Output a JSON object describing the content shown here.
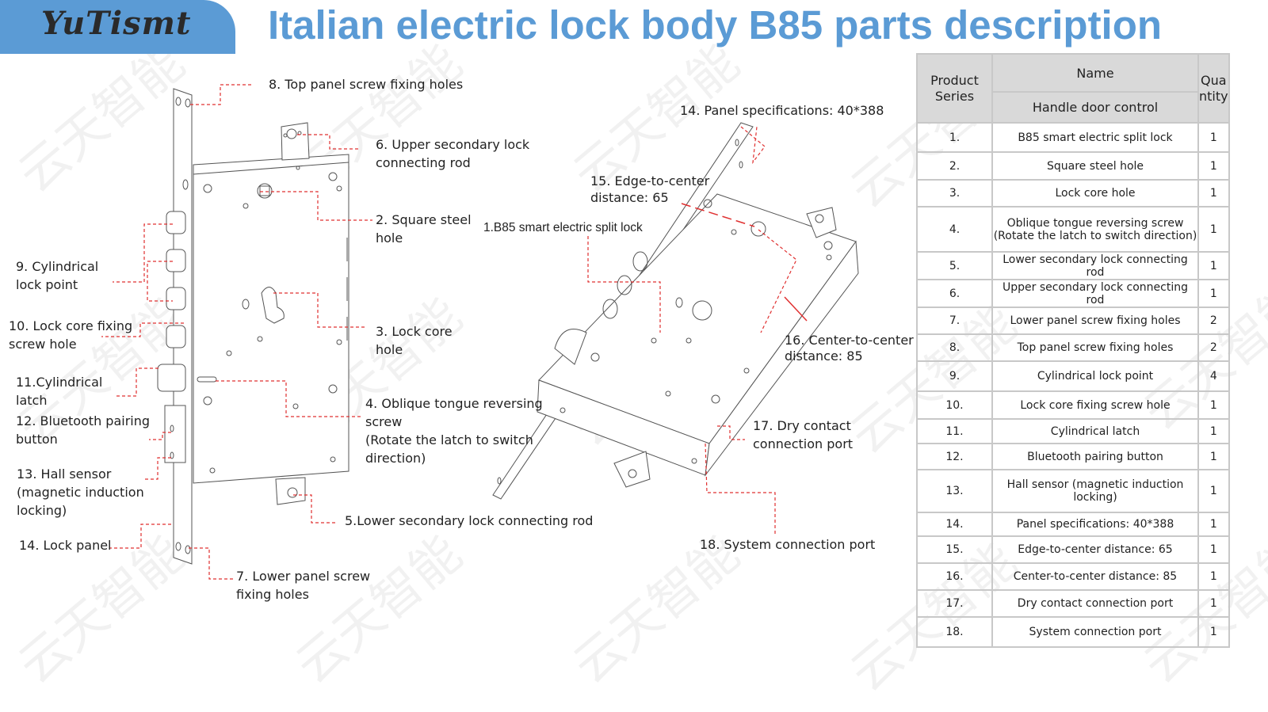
{
  "header": {
    "brand": "YuTismt",
    "title": "Italian electric lock body B85 parts description",
    "accent_color": "#5b9bd5"
  },
  "watermark_text": "云天智能",
  "diagram_labels": {
    "l8": "8. Top panel screw fixing holes",
    "l6": "6. Upper secondary lock\nconnecting rod",
    "l2": "2. Square steel\nhole",
    "l9": "9. Cylindrical\nlock point",
    "l10": "10. Lock core fixing\nscrew hole",
    "l3": "3. Lock core\nhole",
    "l11": "11.Cylindrical\nlatch",
    "l12": "12. Bluetooth pairing\nbutton",
    "l4": "4. Oblique tongue reversing\nscrew\n(Rotate the latch to switch\ndirection)",
    "l13": "13. Hall sensor\n(magnetic induction\nlocking)",
    "l14_left": "14. Lock panel",
    "l5": "5.Lower secondary lock connecting rod",
    "l7": "7. Lower panel screw\nfixing holes",
    "l1": "1.B85 smart electric split lock",
    "l14_right": "14. Panel specifications: 40*388",
    "l15": "15. Edge-to-center\ndistance:  65",
    "l16": "16. Center-to-center\ndistance:  85",
    "l17": "17. Dry contact\nconnection port",
    "l18": "18. System connection port"
  },
  "table": {
    "header": {
      "series": "Product\nSeries",
      "name": "Name",
      "subname": "Handle door control",
      "quantity": "Qua\nntity"
    },
    "rows": [
      {
        "num": "1.",
        "name": "B85 smart electric split lock",
        "qty": "1"
      },
      {
        "num": "2.",
        "name": "Square steel hole",
        "qty": "1"
      },
      {
        "num": "3.",
        "name": "Lock core hole",
        "qty": "1"
      },
      {
        "num": "4.",
        "name": "Oblique tongue reversing screw\n(Rotate the latch to switch direction)",
        "qty": "1"
      },
      {
        "num": "5.",
        "name": "Lower secondary lock connecting\nrod",
        "qty": "1"
      },
      {
        "num": "6.",
        "name": "Upper secondary lock connecting\nrod",
        "qty": "1"
      },
      {
        "num": "7.",
        "name": "Lower panel screw fixing holes",
        "qty": "2"
      },
      {
        "num": "8.",
        "name": "Top panel screw fixing holes",
        "qty": "2"
      },
      {
        "num": "9.",
        "name": "Cylindrical lock point",
        "qty": "4"
      },
      {
        "num": "10.",
        "name": "Lock core fixing screw hole",
        "qty": "1"
      },
      {
        "num": "11.",
        "name": "Cylindrical latch",
        "qty": "1"
      },
      {
        "num": "12.",
        "name": "Bluetooth pairing button",
        "qty": "1"
      },
      {
        "num": "13.",
        "name": "Hall sensor (magnetic induction\nlocking)",
        "qty": "1"
      },
      {
        "num": "14.",
        "name": "Panel specifications: 40*388",
        "qty": "1"
      },
      {
        "num": "15.",
        "name": "Edge-to-center distance:  65",
        "qty": "1"
      },
      {
        "num": "16.",
        "name": "Center-to-center distance:  85",
        "qty": "1"
      },
      {
        "num": "17.",
        "name": "Dry contact connection port",
        "qty": "1"
      },
      {
        "num": "18.",
        "name": "System connection port",
        "qty": "1"
      }
    ]
  }
}
